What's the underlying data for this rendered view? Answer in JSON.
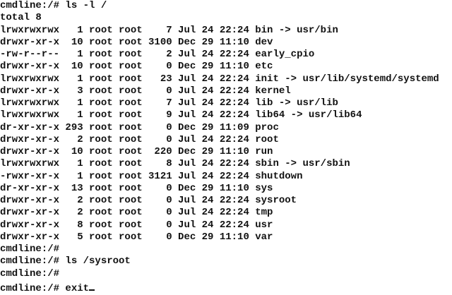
{
  "terminal": {
    "lines": [
      "cmdline:/# ls -l /",
      "total 8",
      "lrwxrwxrwx   1 root root    7 Jul 24 22:24 bin -> usr/bin",
      "drwxr-xr-x  10 root root 3100 Dec 29 11:10 dev",
      "-rw-r--r--   1 root root    2 Jul 24 22:24 early_cpio",
      "drwxr-xr-x  10 root root    0 Dec 29 11:10 etc",
      "lrwxrwxrwx   1 root root   23 Jul 24 22:24 init -> usr/lib/systemd/systemd",
      "drwxr-xr-x   3 root root    0 Jul 24 22:24 kernel",
      "lrwxrwxrwx   1 root root    7 Jul 24 22:24 lib -> usr/lib",
      "lrwxrwxrwx   1 root root    9 Jul 24 22:24 lib64 -> usr/lib64",
      "dr-xr-xr-x 293 root root    0 Dec 29 11:09 proc",
      "drwxr-xr-x   2 root root    0 Jul 24 22:24 root",
      "drwxr-xr-x  10 root root  220 Dec 29 11:10 run",
      "lrwxrwxrwx   1 root root    8 Jul 24 22:24 sbin -> usr/sbin",
      "-rwxr-xr-x   1 root root 3121 Jul 24 22:24 shutdown",
      "dr-xr-xr-x  13 root root    0 Dec 29 11:10 sys",
      "drwxr-xr-x   2 root root    0 Jul 24 22:24 sysroot",
      "drwxr-xr-x   2 root root    0 Jul 24 22:24 tmp",
      "drwxr-xr-x   8 root root    0 Jul 24 22:24 usr",
      "drwxr-xr-x   5 root root    0 Dec 29 11:10 var",
      "cmdline:/#",
      "cmdline:/# ls /sysroot",
      "cmdline:/#",
      "cmdline:/# exit"
    ]
  }
}
